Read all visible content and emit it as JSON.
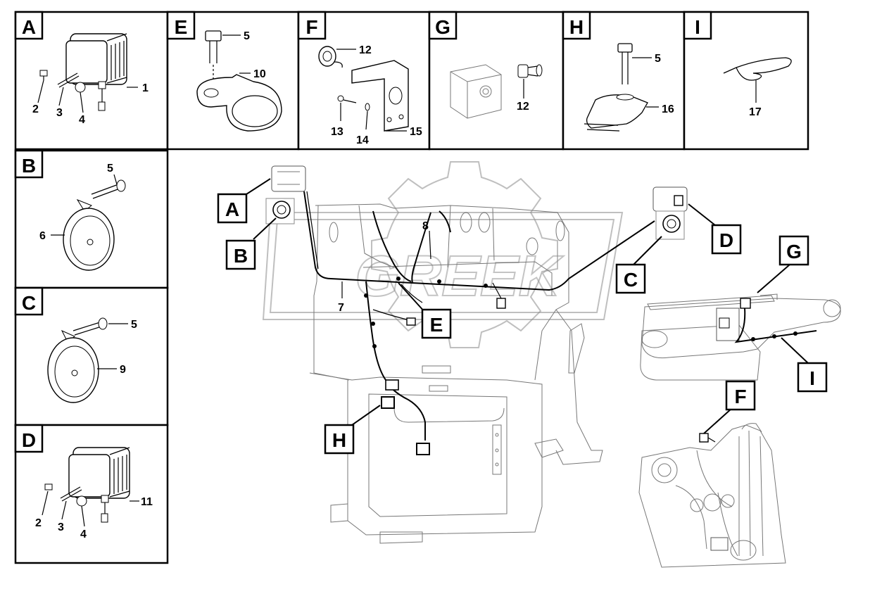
{
  "panels": [
    {
      "id": "A",
      "letter": "A",
      "callouts": [
        "1",
        "2",
        "3",
        "4"
      ]
    },
    {
      "id": "E",
      "letter": "E",
      "callouts": [
        "5",
        "10"
      ]
    },
    {
      "id": "F",
      "letter": "F",
      "callouts": [
        "12",
        "13",
        "14",
        "15"
      ]
    },
    {
      "id": "G",
      "letter": "G",
      "callouts": [
        "12"
      ]
    },
    {
      "id": "H",
      "letter": "H",
      "callouts": [
        "5",
        "16"
      ]
    },
    {
      "id": "I",
      "letter": "I",
      "callouts": [
        "17"
      ]
    },
    {
      "id": "B",
      "letter": "B",
      "callouts": [
        "5",
        "6"
      ]
    },
    {
      "id": "C",
      "letter": "C",
      "callouts": [
        "5",
        "9"
      ]
    },
    {
      "id": "D",
      "letter": "D",
      "callouts": [
        "2",
        "3",
        "4",
        "11"
      ]
    }
  ],
  "main": {
    "callouts": {
      "harness_upper": "8",
      "harness_lower": "7"
    },
    "locators": {
      "A": "A",
      "B": "B",
      "C": "C",
      "D": "D",
      "E": "E",
      "G": "G",
      "I": "I",
      "F": "F",
      "H": "H"
    }
  },
  "watermark": "GREEK"
}
